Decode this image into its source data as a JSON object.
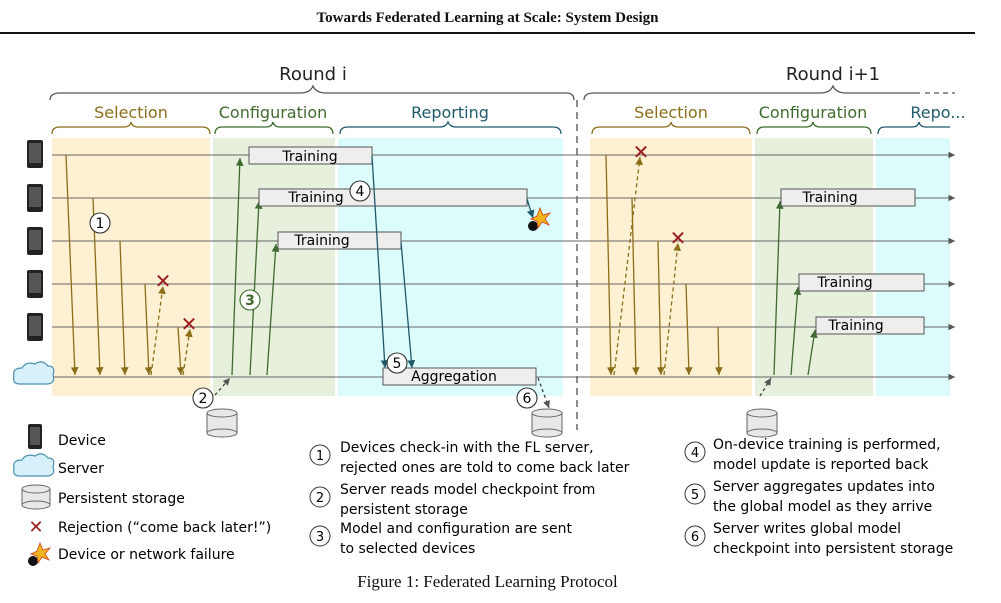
{
  "header": {
    "title": "Towards Federated Learning at Scale: System Design"
  },
  "rounds": [
    {
      "label": "Round i"
    },
    {
      "label": "Round i+1"
    }
  ],
  "phases": {
    "round1": [
      "Selection",
      "Configuration",
      "Reporting"
    ],
    "round2": [
      "Selection",
      "Configuration",
      "Repo..."
    ]
  },
  "training_label": "Training",
  "aggregation_label": "Aggregation",
  "step_markers": [
    "1",
    "2",
    "3",
    "4",
    "5",
    "6"
  ],
  "legend": [
    {
      "icon": "device-icon",
      "label": "Device"
    },
    {
      "icon": "server-cloud-icon",
      "label": "Server"
    },
    {
      "icon": "storage-icon",
      "label": "Persistent storage"
    },
    {
      "icon": "rejection-x-icon",
      "label": "Rejection (“come back later!”)"
    },
    {
      "icon": "failure-bomb-icon",
      "label": "Device or network failure"
    }
  ],
  "steps": [
    {
      "num": "1",
      "lines": [
        "Devices check-in with the FL server,",
        "rejected ones are told to come back later"
      ]
    },
    {
      "num": "2",
      "lines": [
        "Server reads model checkpoint from",
        "persistent storage"
      ]
    },
    {
      "num": "3",
      "lines": [
        "Model and configuration are sent",
        "to selected devices"
      ]
    },
    {
      "num": "4",
      "lines": [
        "On-device training is performed,",
        "model update is reported back"
      ]
    },
    {
      "num": "5",
      "lines": [
        "Server aggregates updates into",
        "the global model as they arrive"
      ]
    },
    {
      "num": "6",
      "lines": [
        "Server writes global model",
        "checkpoint into persistent storage"
      ]
    }
  ],
  "colors": {
    "selection": "#8b6d1a",
    "selection_bg": "#fdf0d3",
    "configuration": "#3f6b2e",
    "configuration_bg": "#e6f0dc",
    "reporting": "#1f5a6a",
    "reporting_bg": "#dcfbfb",
    "rejection": "#9b1c1c"
  },
  "caption": "Figure 1: Federated Learning Protocol"
}
